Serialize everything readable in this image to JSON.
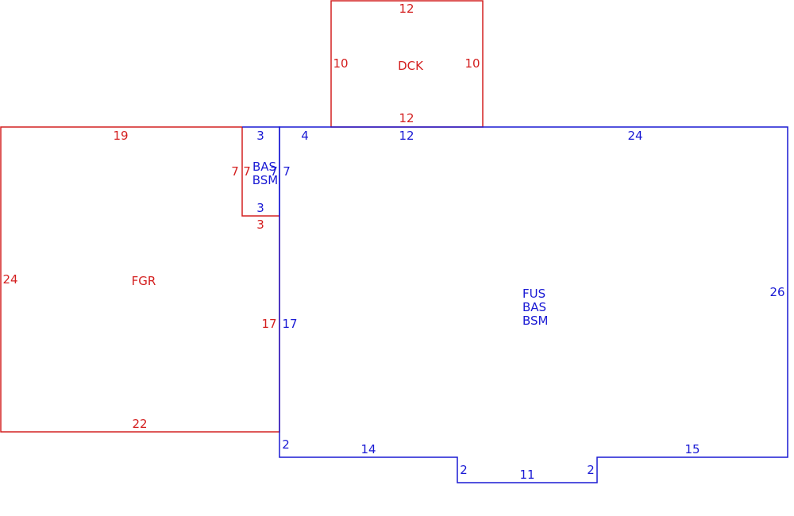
{
  "colors": {
    "red": "#d42020",
    "blue": "#1a1ad4",
    "background": "#ffffff"
  },
  "dck": {
    "label": "DCK",
    "top": "12",
    "bottom": "12",
    "left": "10",
    "right": "10"
  },
  "fgr": {
    "label": "FGR",
    "top": "19",
    "left": "24",
    "bottom": "22",
    "right": "17"
  },
  "small_room": {
    "red_label_1": "BAS",
    "red_label_2": "BSM",
    "red_left": "7",
    "red_inner": "7",
    "red_bottom": "3",
    "blue_top": "3",
    "blue_bottom": "3",
    "blue_left": "7",
    "blue_right": "7"
  },
  "main": {
    "label_1": "FUS",
    "label_2": "BAS",
    "label_3": "BSM",
    "top_left": "4",
    "top_mid": "12",
    "top_right": "24",
    "right": "26",
    "left": "17",
    "left_bottom": "2",
    "bottom_left": "14",
    "notch_left": "2",
    "notch_bottom": "11",
    "notch_right": "2",
    "bottom_right": "15"
  }
}
